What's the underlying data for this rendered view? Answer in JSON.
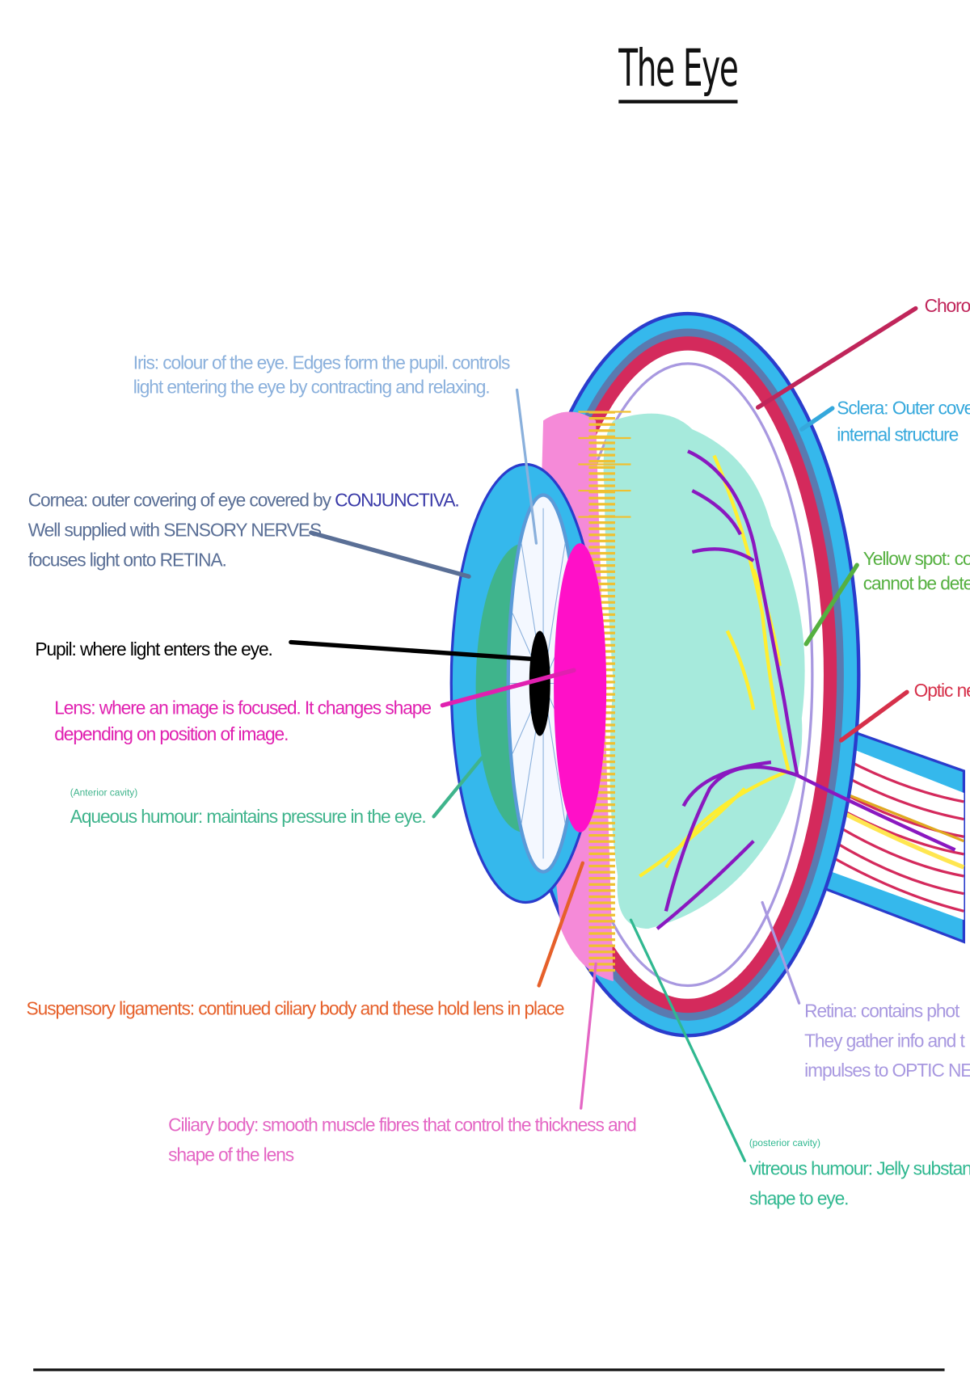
{
  "title": "The Eye",
  "labels": {
    "iris": {
      "line1": "Iris: colour of the eye. Edges form the pupil. controls",
      "line2": "light entering the eye by contracting and relaxing."
    },
    "cornea": {
      "line1a": "Cornea: outer covering of eye covered by ",
      "line1b": "CONJUNCTIVA.",
      "line2": "Well supplied with SENSORY NERVES.",
      "line3": "focuses light onto RETINA."
    },
    "pupil": {
      "line1": "Pupil: where light enters the eye."
    },
    "lens": {
      "line1": "Lens: where an image is focused. It changes shape",
      "line2": "depending on position of image."
    },
    "aqueous": {
      "note": "(Anterior cavity)",
      "line1": "Aqueous humour: maintains pressure in the eye."
    },
    "suspensory": {
      "line1": "Suspensory ligaments: continued ciliary body and these hold lens in place"
    },
    "ciliary": {
      "line1": "Ciliary body: smooth muscle fibres that control the thickness and",
      "line2": "shape of the lens"
    },
    "vitreous": {
      "note": "(posterior cavity)",
      "line1": "vitreous humour: Jelly substan",
      "line2": "shape to eye."
    },
    "retina": {
      "line1": "Retina: contains phot",
      "line2": "They gather info and t",
      "line3": "impulses to OPTIC NER"
    },
    "optic": {
      "line1": "Optic ne"
    },
    "yellow": {
      "line1": "Yellow spot: cor",
      "line2": "cannot be detec"
    },
    "sclera": {
      "line1": "Sclera: Outer cove",
      "line2": "internal structure"
    },
    "choroid": {
      "line1": "Choroi"
    }
  },
  "colors": {
    "sclera": "#35b8ec",
    "choroid": "#d42a5c",
    "lens": "#ff10c8",
    "vitreous": "#a6eadc",
    "iris_text": "#8ab0dc"
  }
}
